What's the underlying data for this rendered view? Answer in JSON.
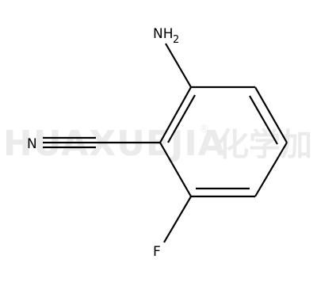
{
  "watermark": {
    "latin": "HUAXUEJIA",
    "registered": "®",
    "cjk": "化学加"
  },
  "atoms": {
    "amino": {
      "element": "NH",
      "subscript": "2"
    },
    "nitrile_n": {
      "element": "N"
    },
    "fluorine": {
      "element": "F"
    }
  }
}
